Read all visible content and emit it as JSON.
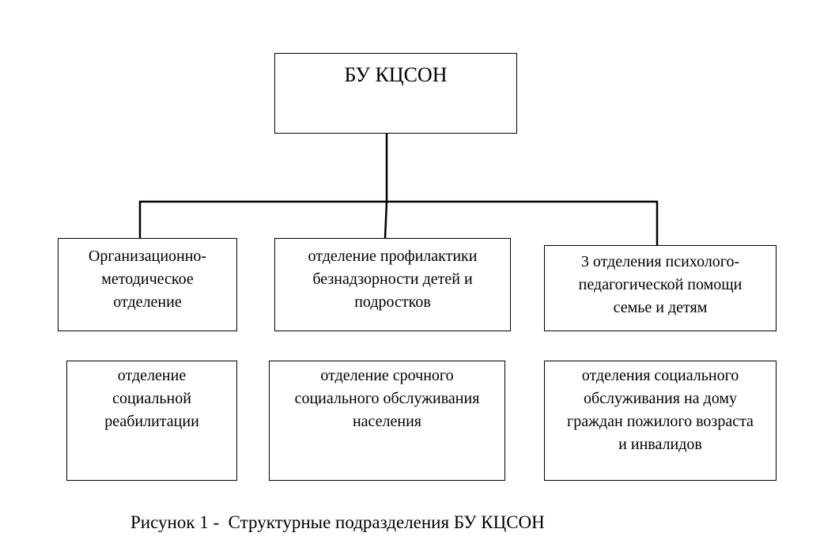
{
  "diagram": {
    "root": {
      "label": "БУ КЦСОН"
    },
    "departments": [
      {
        "label": "Организационно-\nметодическое\nотделение"
      },
      {
        "label": "отделение профилактики\nбезнадзорности детей и\nподростков"
      },
      {
        "label": "3 отделения психолого-\nпедагогической помощи\nсемье и детям"
      },
      {
        "label": "отделение\nсоциальной\nреабилитации"
      },
      {
        "label": "отделение срочного\nсоциального обслуживания\nнаселения"
      },
      {
        "label": "отделения социального\nобслуживания на дому\nграждан пожилого возраста\nи инвалидов"
      }
    ],
    "caption": "Рисунок 1 -  Структурные подразделения БУ КЦСОН"
  },
  "colors": {
    "line": "#000000",
    "background": "#ffffff",
    "text": "#000000"
  }
}
